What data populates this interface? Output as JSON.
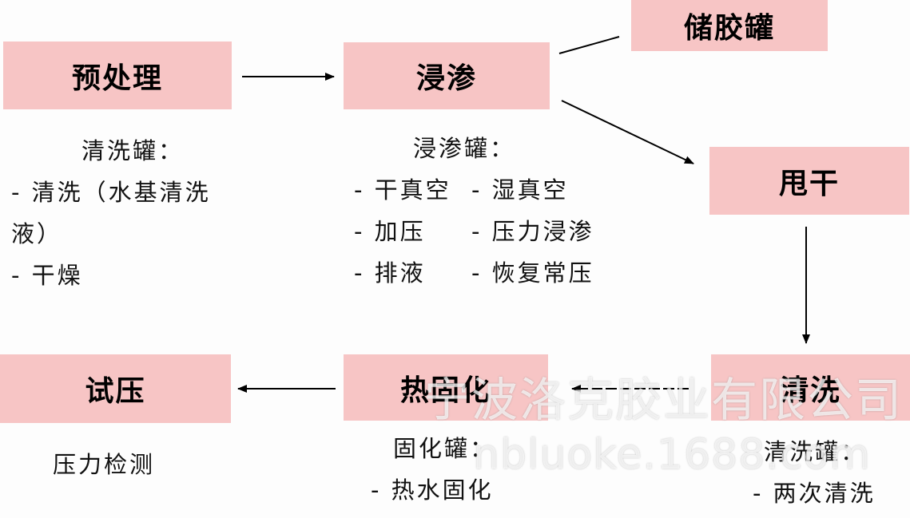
{
  "boxes": {
    "pretreatment": "预处理",
    "impregnation": "浸渗",
    "storage_tank": "储胶罐",
    "spin_dry": "甩干",
    "washing": "清洗",
    "heat_curing": "热固化",
    "pressure_test": "试压"
  },
  "notes": {
    "pretreatment": [
      "清洗罐：",
      "- 清洗（水基清洗",
      "液）",
      "- 干燥"
    ],
    "impregnation": {
      "title": "浸渗罐：",
      "left": [
        "- 干真空",
        "- 加压",
        "- 排液"
      ],
      "right": [
        "- 湿真空",
        "- 压力浸渗",
        "- 恢复常压"
      ]
    },
    "pressure_test": [
      "压力检测"
    ],
    "heat_curing": [
      "固化罐：",
      "- 热水固化"
    ],
    "washing": [
      "清洗罐：",
      "- 两次清洗"
    ]
  },
  "watermark": {
    "company": "宁波洛克胶业有限公司",
    "url": "nbluoke.1688.com"
  }
}
